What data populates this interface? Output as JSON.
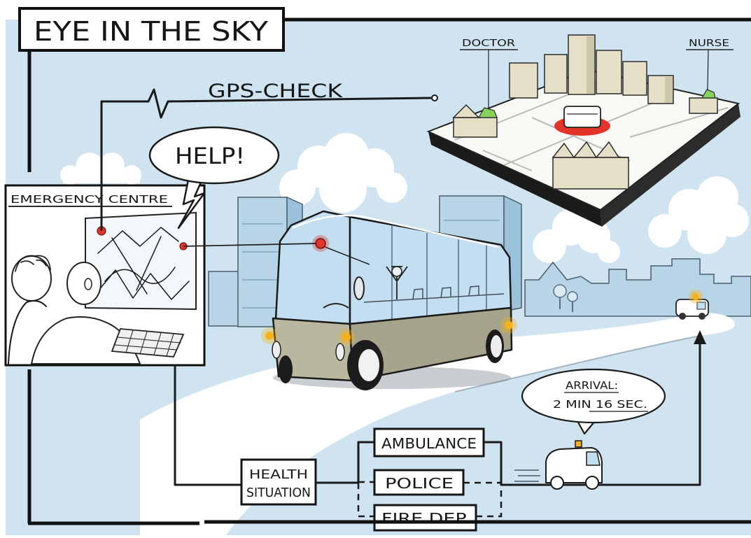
{
  "title": "EYE IN THE SKY",
  "gps_check": "GPS-CHECK",
  "help_bubble": "HELP!",
  "emergency_centre": "EMERGENCY CENTRE",
  "map": {
    "doctor": "DOCTOR",
    "nurse": "NURSE"
  },
  "arrival": {
    "line1": "ARRIVAL:",
    "line2": "2 MIN 16 SEC."
  },
  "flow": {
    "health_situation": {
      "line1": "HEALTH",
      "line2": "SITUATION"
    },
    "ambulance": "AMBULANCE",
    "police": "POLICE",
    "fire_dep": "FIRE DEP."
  },
  "colors": {
    "sky": "#cfe3f1",
    "alert_red": "#e3342b",
    "signal_orange": "#f6b21b",
    "marker_green": "#86d45a",
    "building_beige": "#e4dfc6",
    "building_beige_shade": "#cdc6a8",
    "bus_body": "#b9b79f",
    "bus_body_shade": "#a5a38b",
    "glass": "#c3def0",
    "building_blue": "#b8d4e7",
    "building_blue_shade": "#9cc1da"
  }
}
